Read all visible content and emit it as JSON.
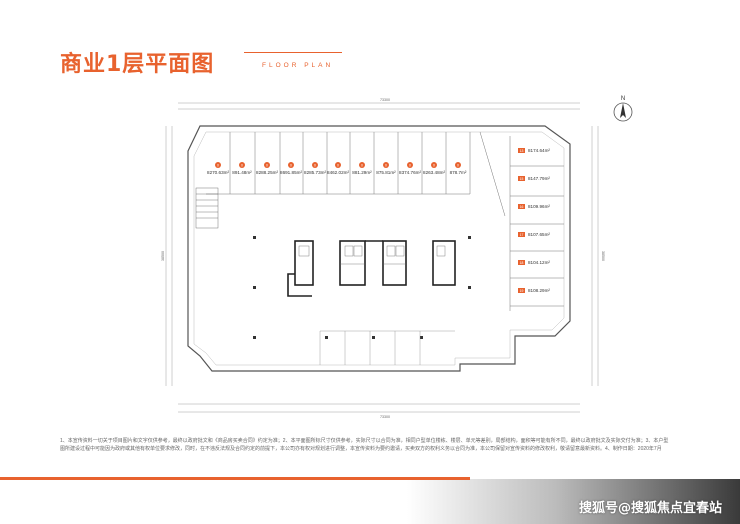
{
  "header": {
    "title": "商业1层平面图",
    "subtitle": "FLOOR PLAN"
  },
  "compass": {
    "label": "N"
  },
  "accent_color": "#e8622e",
  "units_top": [
    {
      "no": "0",
      "area": "8270.63m²"
    },
    {
      "no": "0",
      "area": "891.48m²"
    },
    {
      "no": "0",
      "area": "8288.25m²"
    },
    {
      "no": "0",
      "area": "8691.85m²"
    },
    {
      "no": "0",
      "area": "8285.73m²"
    },
    {
      "no": "0",
      "area": "8462.02m²"
    },
    {
      "no": "0",
      "area": "881.29m²"
    },
    {
      "no": "0",
      "area": "875.81m²"
    },
    {
      "no": "0",
      "area": "8374.76m²"
    },
    {
      "no": "0",
      "area": "8263.48m²"
    },
    {
      "no": "0",
      "area": "878.7m²"
    }
  ],
  "units_right": [
    {
      "no": "13",
      "area": "8174.64m²"
    },
    {
      "no": "15",
      "area": "8147.79m²"
    },
    {
      "no": "16",
      "area": "8109.96m²"
    },
    {
      "no": "17",
      "area": "8107.65m²"
    },
    {
      "no": "18",
      "area": "8104.12m²"
    },
    {
      "no": "19",
      "area": "8108.29m²"
    }
  ],
  "dimensions": {
    "top_total": "73300",
    "bottom_total": "73300",
    "left_total": "38500",
    "right_total": "38500"
  },
  "notes": "1、本宣传资料一切关于项目图片和文字仅供参考，最终以政府批文和《商品房买卖合同》约定为准；2、本平面图所标尺寸仅供参考，实际尺寸以合同为准，相同户型单位楼栋、楼层、单元等差别，局部结构，面积等可能有所不同，最终以政府批文及实际交付为准；3、本户型图所建设过程中可能因为政府或其他有权单位要求修改，同时，在不违反法规及合同约定的前提下，本公司亦有权对规划进行调整，本宣传资料为要约邀请，买卖双方的权利义务以合同为准，本公司保留对宣传资料的修改权利，敬请留意最新资料。4、制作日期：2020年7月",
  "watermark": "搜狐号@搜狐焦点宜春站"
}
